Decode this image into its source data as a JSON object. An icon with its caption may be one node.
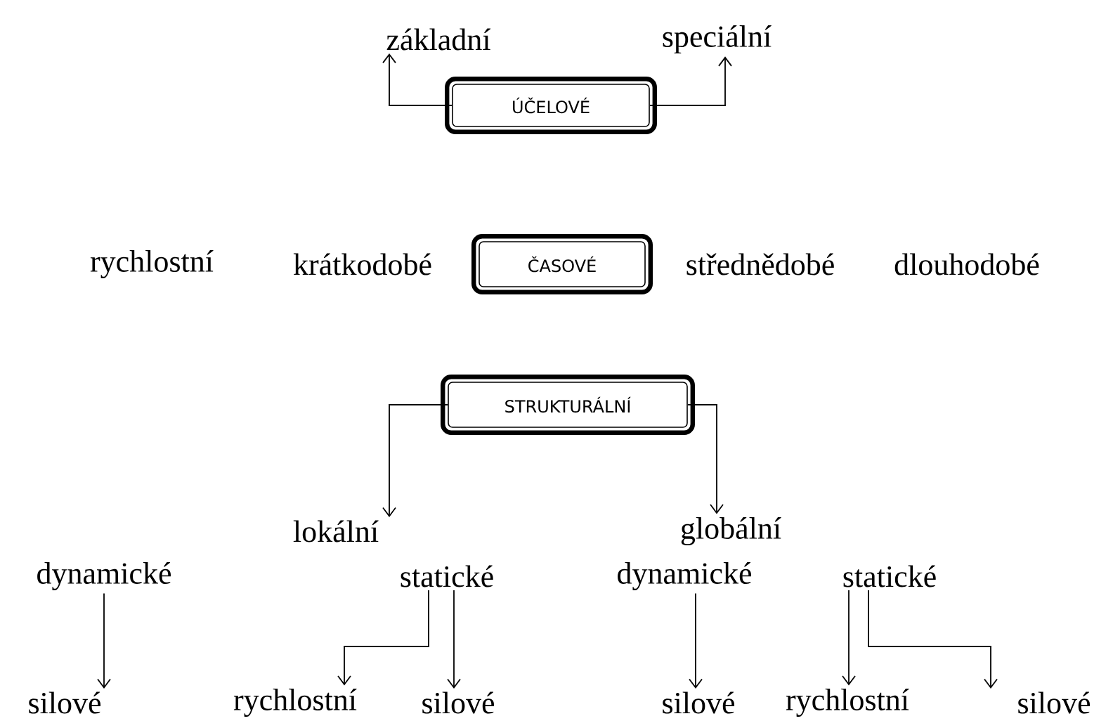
{
  "diagram": {
    "nodes": [
      {
        "text": [
          "ÚČELOVÉ"
        ]
      },
      {
        "text": [
          "základní"
        ]
      },
      {
        "text": [
          "speciální"
        ]
      },
      {
        "text": [
          "ČASOVÉ"
        ]
      },
      {
        "text": [
          "rychlostní"
        ]
      },
      {
        "text": [
          "krátkodobé"
        ]
      },
      {
        "text": [
          "střednědobé"
        ]
      },
      {
        "text": [
          "dlouhodobé"
        ]
      },
      {
        "text": [
          "STRUKTURÁLNÍ"
        ]
      },
      {
        "text": [
          "lokální"
        ]
      },
      {
        "text": [
          "globální"
        ]
      },
      {
        "text": [
          "dynamické"
        ]
      },
      {
        "text": [
          "statické"
        ]
      },
      {
        "text": [
          "dynamické"
        ]
      },
      {
        "text": [
          "statické"
        ]
      },
      {
        "text": [
          "silové"
        ]
      },
      {
        "text": [
          "rychlostní"
        ]
      },
      {
        "text": [
          "silové"
        ]
      },
      {
        "text": [
          "silové"
        ]
      },
      {
        "text": [
          "rychlostní"
        ]
      },
      {
        "text": [
          "silové"
        ]
      }
    ],
    "edges": [
      {
        "from": 0,
        "to": 1,
        "arrow": "to"
      },
      {
        "from": 0,
        "to": 2,
        "arrow": "to"
      },
      {
        "from": 8,
        "to": 9,
        "arrow": "to"
      },
      {
        "from": 8,
        "to": 10,
        "arrow": "to"
      },
      {
        "from": 11,
        "to": 15,
        "arrow": "to"
      },
      {
        "from": 12,
        "to": 16,
        "arrow": "to"
      },
      {
        "from": 12,
        "to": 17,
        "arrow": "to"
      },
      {
        "from": 13,
        "to": 18,
        "arrow": "to"
      },
      {
        "from": 14,
        "to": 19,
        "arrow": "to"
      },
      {
        "from": 14,
        "to": 20,
        "arrow": "to"
      }
    ]
  }
}
